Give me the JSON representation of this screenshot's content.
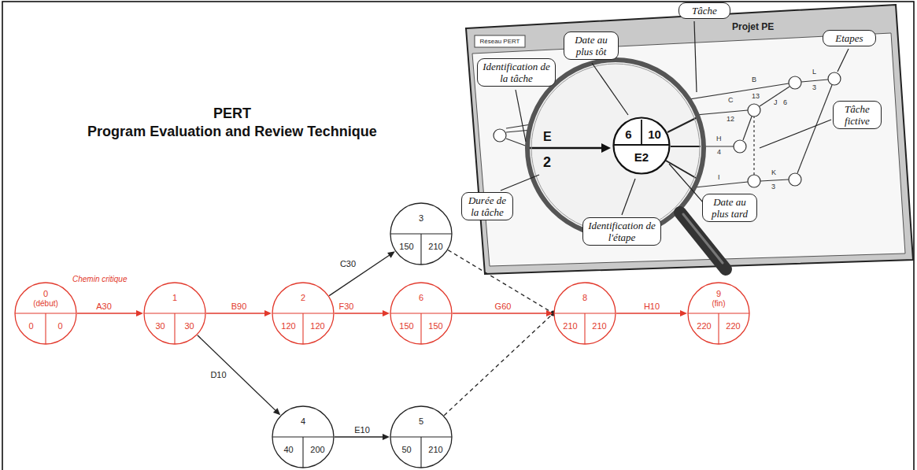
{
  "diagram": {
    "title": "PERT",
    "nodes": [
      {
        "text": [
          "Tâche"
        ]
      },
      {
        "text": [
          "Etapes"
        ]
      },
      {
        "text": [
          "Date au plus tôt"
        ]
      },
      {
        "text": [
          "Identification de la tâche"
        ]
      },
      {
        "text": [
          "Tâche fictive"
        ]
      },
      {
        "text": [
          "6",
          "10",
          "E2"
        ]
      },
      {
        "text": [
          "Date au plus tard"
        ]
      },
      {
        "text": [
          "Durée de la tâche"
        ]
      },
      {
        "text": [
          "Identification de l'étape"
        ]
      },
      {
        "text": [
          "0",
          "(début)",
          "0",
          "0"
        ]
      },
      {
        "text": [
          "1",
          "30",
          "30"
        ]
      },
      {
        "text": [
          "2",
          "120",
          "120"
        ]
      },
      {
        "text": [
          "3",
          "150",
          "210"
        ]
      },
      {
        "text": [
          "6",
          "150",
          "150"
        ]
      },
      {
        "text": [
          "4",
          "40",
          "200"
        ]
      },
      {
        "text": [
          "5",
          "50",
          "210"
        ]
      },
      {
        "text": [
          "8",
          "210",
          "210"
        ]
      },
      {
        "text": [
          "9",
          "(fin)",
          "220",
          "220"
        ]
      }
    ],
    "edges": [
      {
        "from": 9,
        "to": 10,
        "arrow": "to",
        "label": "A30"
      },
      {
        "from": 10,
        "to": 11,
        "arrow": "to",
        "label": "B90"
      },
      {
        "from": 11,
        "to": 12,
        "arrow": "to",
        "label": "C30"
      },
      {
        "from": 11,
        "to": 13,
        "arrow": "to",
        "label": "F30"
      },
      {
        "from": 10,
        "to": 14,
        "arrow": "to",
        "label": "D10"
      },
      {
        "from": 14,
        "to": 15,
        "arrow": "to",
        "label": "E10"
      },
      {
        "from": 13,
        "to": 16,
        "arrow": "to",
        "label": "G60"
      },
      {
        "from": 12,
        "to": 16,
        "arrow": "none"
      },
      {
        "from": 15,
        "to": 16,
        "arrow": "none"
      },
      {
        "from": 16,
        "to": 17,
        "arrow": "to",
        "label": "H10"
      }
    ],
    "labels": [
      "Program Evaluation and Review Technique",
      "Chemin critique",
      "Réseau PERT",
      "Projet PE",
      "B",
      "13",
      "C",
      "12",
      "H",
      "4",
      "J",
      "6",
      "L",
      "3",
      "I",
      "K",
      "3",
      "E",
      "2"
    ]
  }
}
